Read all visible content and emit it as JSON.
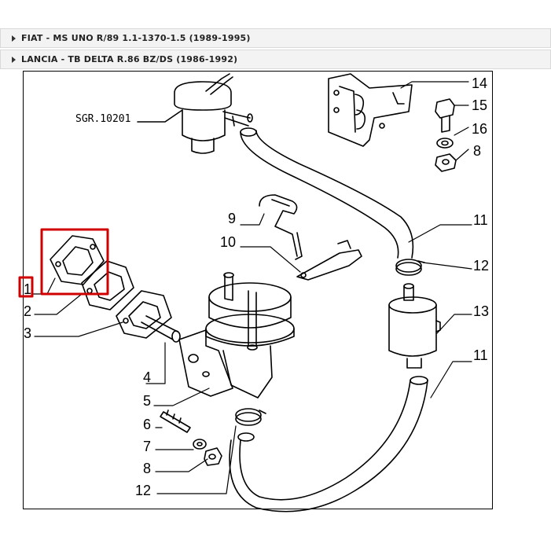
{
  "accordion": {
    "rows": [
      {
        "label": "FIAT - MS UNO R/89 1.1-1370-1.5 (1989-1995)"
      },
      {
        "label": "LANCIA - TB DELTA R.86 BZ/DS (1986-1992)"
      }
    ]
  },
  "diagram": {
    "reference_code": "SGR.10201",
    "callouts": [
      "1",
      "2",
      "3",
      "4",
      "5",
      "6",
      "7",
      "8",
      "9",
      "10",
      "11",
      "12",
      "13",
      "14",
      "15",
      "16",
      "8",
      "11",
      "12"
    ],
    "highlighted_part": "1",
    "highlight_color": "#d10000"
  }
}
